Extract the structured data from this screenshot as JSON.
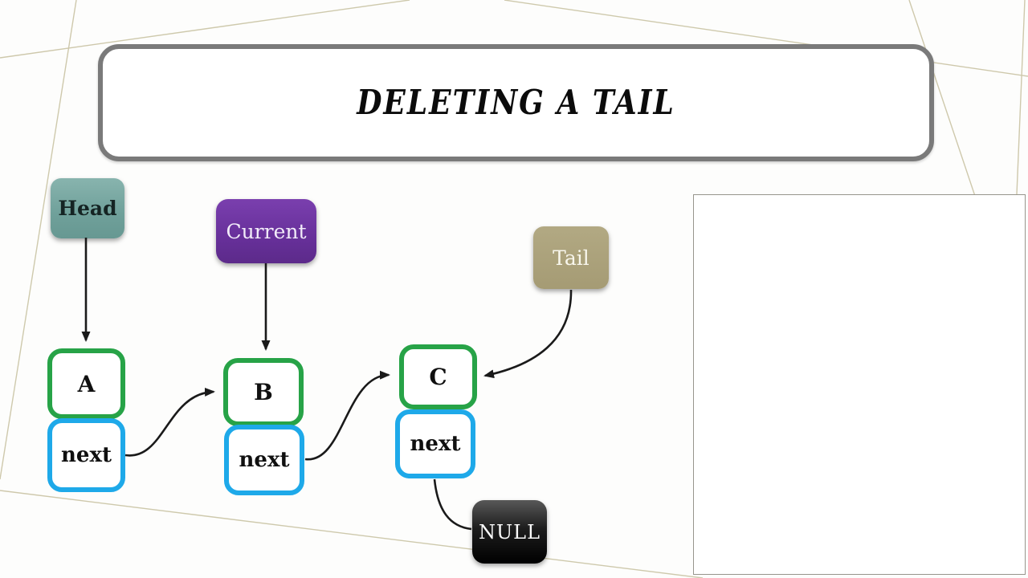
{
  "slide": {
    "title": "DELETING A TAIL",
    "pointers": {
      "head": "Head",
      "current": "Current",
      "tail": "Tail"
    },
    "list_nodes": [
      {
        "value": "A",
        "pointer_label": "next"
      },
      {
        "value": "B",
        "pointer_label": "next"
      },
      {
        "value": "C",
        "pointer_label": "next"
      }
    ],
    "terminator": "NULL",
    "colors": {
      "head_bg": "#74a59f",
      "current_bg": "#67309a",
      "tail_bg": "#a59b74",
      "null_bg": "#0c0c0c",
      "node_value_border": "#27a347",
      "node_pointer_border": "#1ea9e9",
      "title_border": "#7a7a7a",
      "arrow": "#1a1a1a",
      "background_line": "#c6bf9e"
    }
  }
}
